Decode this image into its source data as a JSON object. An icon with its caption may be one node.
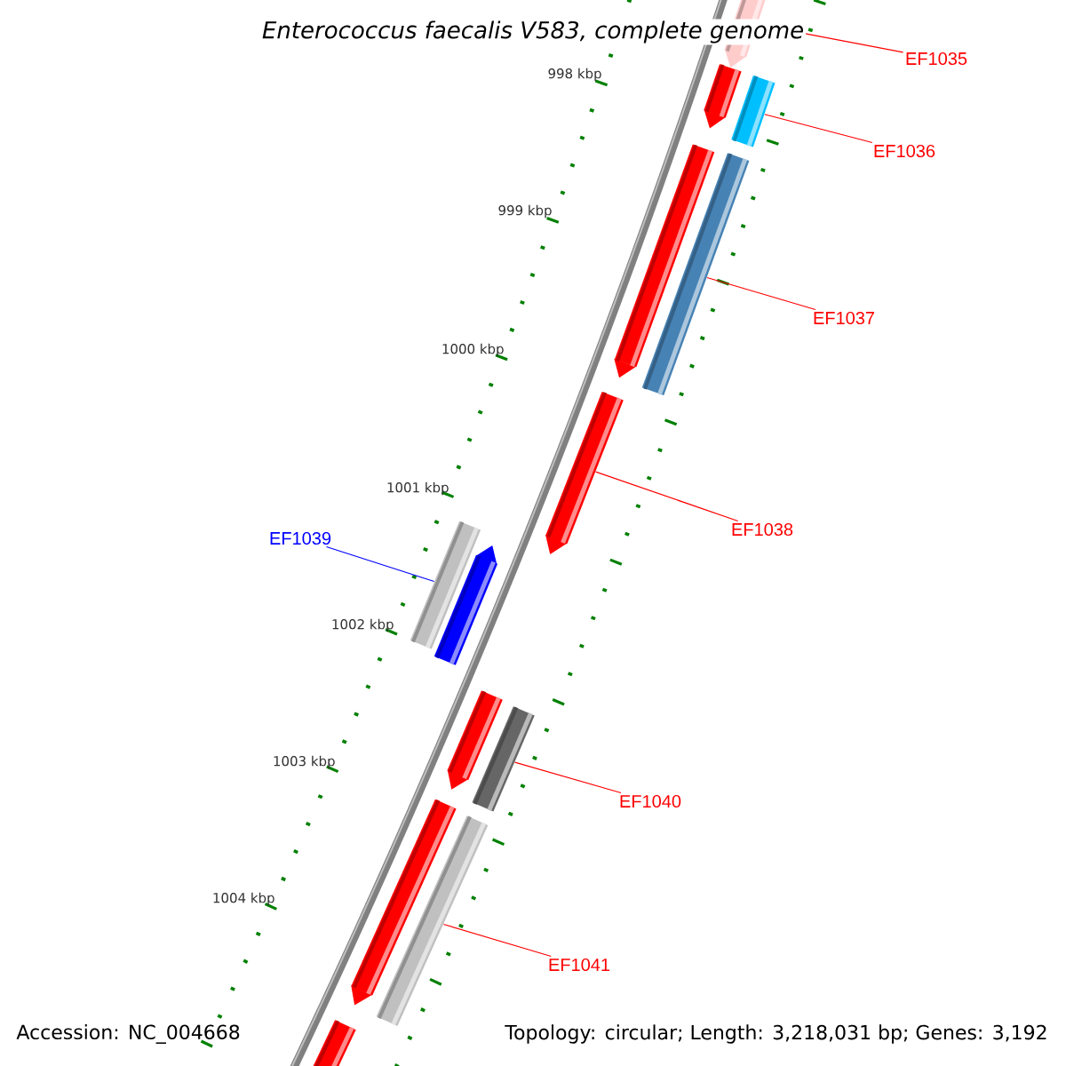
{
  "diagram": {
    "title": "Enterococcus faecalis V583, complete genome",
    "nodes": [
      {
        "text": [
          "EF1035"
        ]
      },
      {
        "text": [],
        "shape": "pentagon"
      },
      {
        "text": [],
        "shape": "pentagon"
      },
      {
        "text": [],
        "shape": "bar"
      },
      {
        "text": [
          "EF1036"
        ]
      },
      {
        "text": [],
        "shape": "pentagon"
      },
      {
        "text": [],
        "shape": "bar"
      },
      {
        "text": [
          "EF1037"
        ]
      },
      {
        "text": [],
        "shape": "pentagon"
      },
      {
        "text": [
          "EF1038"
        ]
      },
      {
        "text": [
          "EF1039"
        ]
      },
      {
        "text": [],
        "shape": "bar"
      },
      {
        "text": [],
        "shape": "pentagon"
      },
      {
        "text": [],
        "shape": "pentagon"
      },
      {
        "text": [],
        "shape": "bar"
      },
      {
        "text": [
          "EF1040"
        ]
      },
      {
        "text": [],
        "shape": "pentagon"
      },
      {
        "text": [],
        "shape": "bar"
      },
      {
        "text": [
          "EF1041"
        ]
      },
      {
        "text": [],
        "shape": "pentagon"
      }
    ],
    "edges": [
      {
        "from": 0,
        "to": 1,
        "arrow": "none"
      },
      {
        "from": 4,
        "to": 3,
        "arrow": "none"
      },
      {
        "from": 7,
        "to": 6,
        "arrow": "none"
      },
      {
        "from": 9,
        "to": 8,
        "arrow": "none"
      },
      {
        "from": 10,
        "to": 11,
        "arrow": "none",
        "color": "#0000ff"
      },
      {
        "from": 15,
        "to": 14,
        "arrow": "none"
      },
      {
        "from": 18,
        "to": 17,
        "arrow": "none"
      }
    ],
    "labels": [
      "998 kbp",
      "999 kbp",
      "1000 kbp",
      "1001 kbp",
      "1002 kbp",
      "1003 kbp",
      "1004 kbp",
      "Accession: NC_004668",
      "Topology: circular; Length: 3,218,031 bp; Genes: 3,192"
    ]
  }
}
